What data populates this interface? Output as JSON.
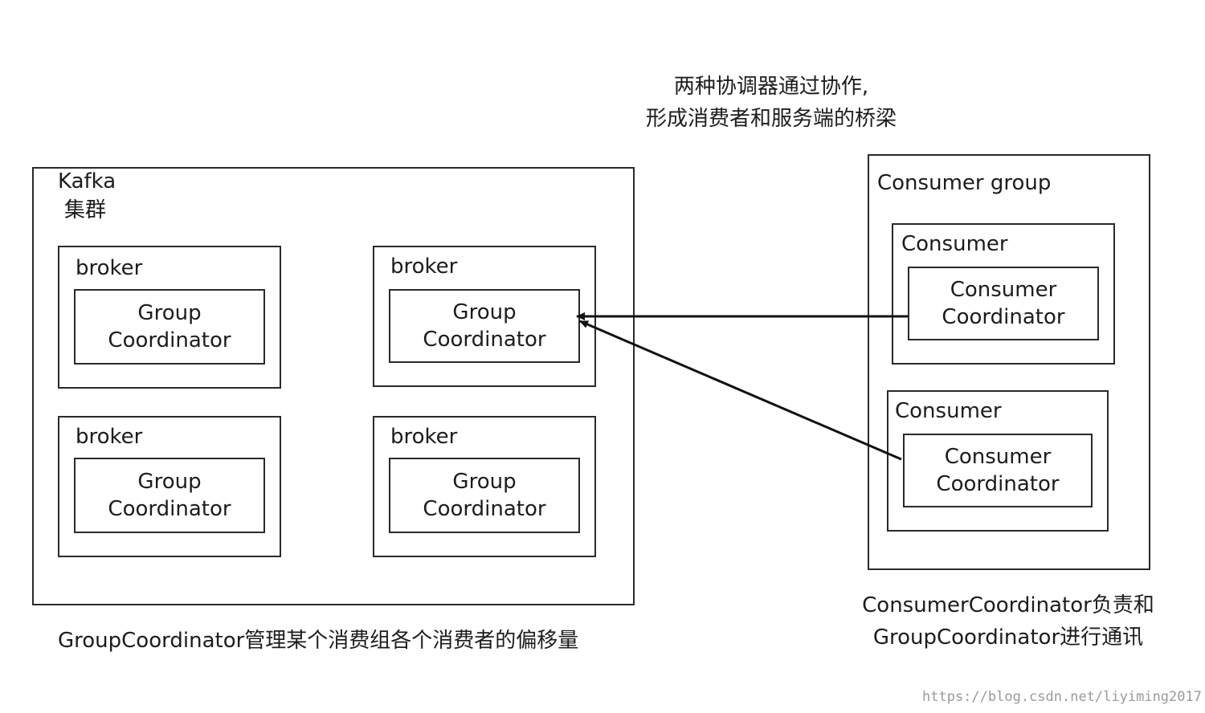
{
  "top_note": [
    "两种协调器通过协作,",
    "形成消费者和服务端的桥梁"
  ],
  "kafka_cluster": {
    "title": [
      "Kafka",
      "集群"
    ],
    "brokers": [
      {
        "label": "broker",
        "coordinator": [
          "Group",
          "Coordinator"
        ]
      },
      {
        "label": "broker",
        "coordinator": [
          "Group",
          "Coordinator"
        ]
      },
      {
        "label": "broker",
        "coordinator": [
          "Group",
          "Coordinator"
        ]
      },
      {
        "label": "broker",
        "coordinator": [
          "Group",
          "Coordinator"
        ]
      }
    ],
    "caption": "GroupCoordinator管理某个消费组各个消费者的偏移量"
  },
  "consumer_group": {
    "title": "Consumer group",
    "consumers": [
      {
        "label": "Consumer",
        "coordinator": [
          "Consumer",
          "Coordinator"
        ]
      },
      {
        "label": "Consumer",
        "coordinator": [
          "Consumer",
          "Coordinator"
        ]
      }
    ],
    "caption": [
      "ConsumerCoordinator负责和",
      "GroupCoordinator进行通讯"
    ]
  },
  "watermark": "https://blog.csdn.net/liyiming2017"
}
